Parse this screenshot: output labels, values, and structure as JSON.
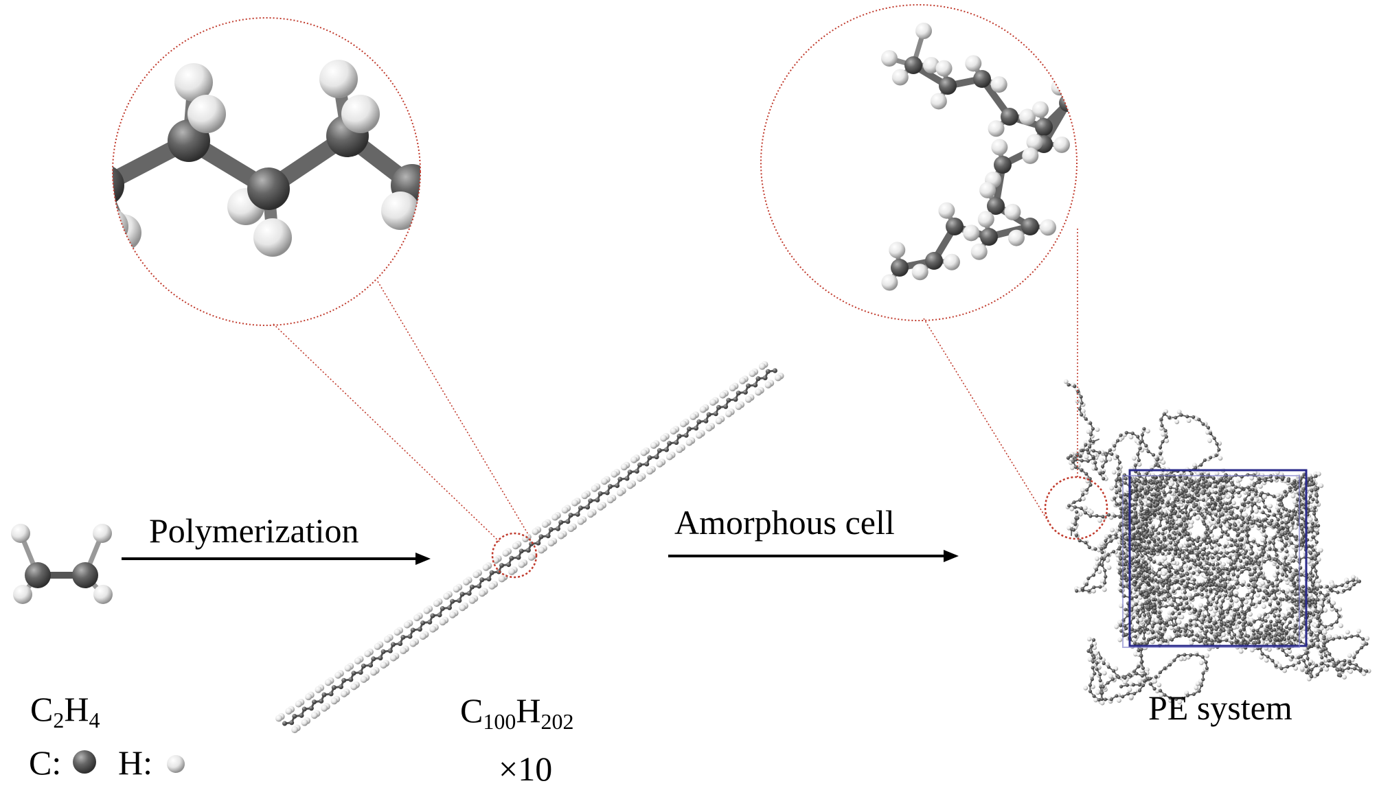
{
  "steps": {
    "polymerization_label": "Polymerization",
    "amorphous_cell_label": "Amorphous cell"
  },
  "monomer": {
    "formula_main_1": "C",
    "formula_sub_1": "2",
    "formula_main_2": "H",
    "formula_sub_2": "4"
  },
  "legend": {
    "carbon_label": "C:",
    "hydrogen_label": "H:"
  },
  "polymer": {
    "formula_main_1": "C",
    "formula_sub_1": "100",
    "formula_main_2": "H",
    "formula_sub_2": "202",
    "count_label": "×10"
  },
  "system": {
    "label": "PE system"
  },
  "colors": {
    "carbon": "#5a5a5a",
    "hydrogen": "#f2f2f2",
    "zoom_circle": "#c0392b",
    "cell_box": "#2a2a8a"
  }
}
